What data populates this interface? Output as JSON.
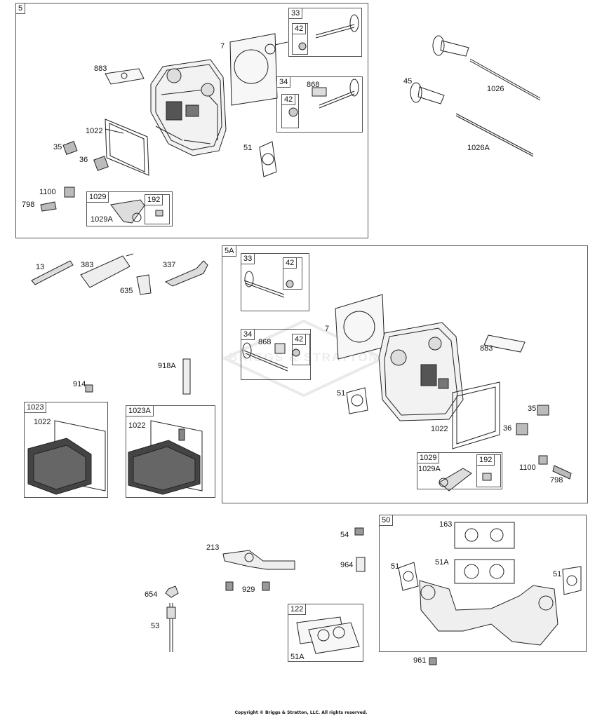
{
  "groups": {
    "g5": "5",
    "g33a": "33",
    "g42a": "42",
    "g34a": "34",
    "g42b": "42",
    "g1029a": "1029",
    "g192a": "192",
    "g5A": "5A",
    "g33b": "33",
    "g42c": "42",
    "g34b": "34",
    "g42d": "42",
    "g1029b": "1029",
    "g192b": "192",
    "g1023": "1023",
    "g1023A": "1023A",
    "g50": "50",
    "g122": "122"
  },
  "callouts": {
    "c7a": "7",
    "c883a": "883",
    "c868a": "868",
    "c1022a": "1022",
    "c35a": "35",
    "c36a": "36",
    "c51a": "51",
    "c1100a": "1100",
    "c798a": "798",
    "c1029Aa": "1029A",
    "c45": "45",
    "c1026": "1026",
    "c1026A": "1026A",
    "c13": "13",
    "c383": "383",
    "c337": "337",
    "c635": "635",
    "c918A": "918A",
    "c914": "914",
    "c1022b": "1022",
    "c1022c": "1022",
    "c7b": "7",
    "c868b": "868",
    "c883b": "883",
    "c51b": "51",
    "c35b": "35",
    "c36b": "36",
    "c1022d": "1022",
    "c1029Ab": "1029A",
    "c1100b": "1100",
    "c798b": "798",
    "c213": "213",
    "c929": "929",
    "c654": "654",
    "c53": "53",
    "c54": "54",
    "c964": "964",
    "c163": "163",
    "c51A": "51A",
    "c51c": "51",
    "c51d": "51",
    "c51Ab": "51A",
    "c961": "961"
  },
  "watermark": "BRIGGS & STRATTON",
  "copyright": "Copyright © Briggs & Stratton, LLC. All rights reserved."
}
